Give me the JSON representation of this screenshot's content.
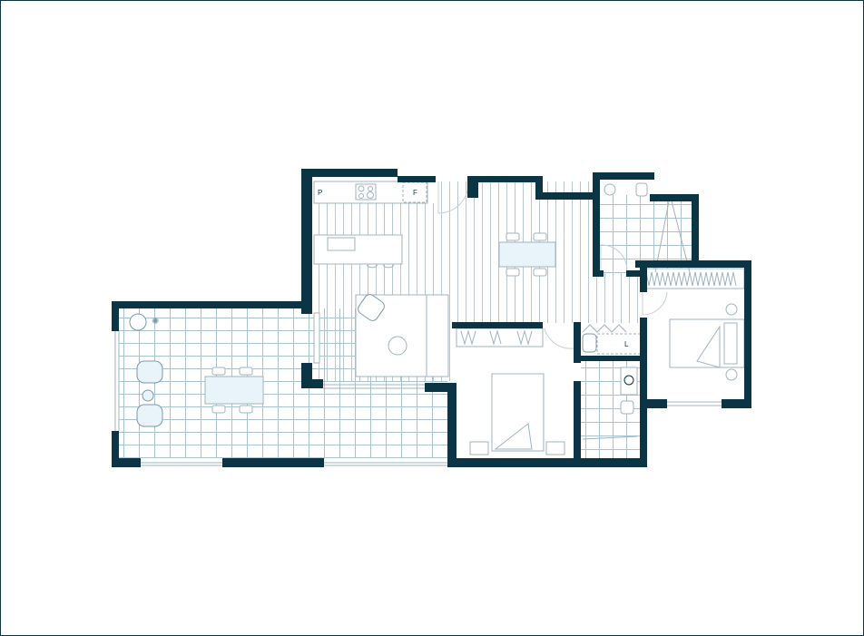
{
  "plan": {
    "labels": {
      "pantry": "P",
      "fridge": "F",
      "laundry": "L"
    },
    "colors": {
      "wall": "#0b3545",
      "line": "#9fb3bd",
      "furniture_fill": "#e8f4fa",
      "accent": "#7fb6d3"
    }
  }
}
